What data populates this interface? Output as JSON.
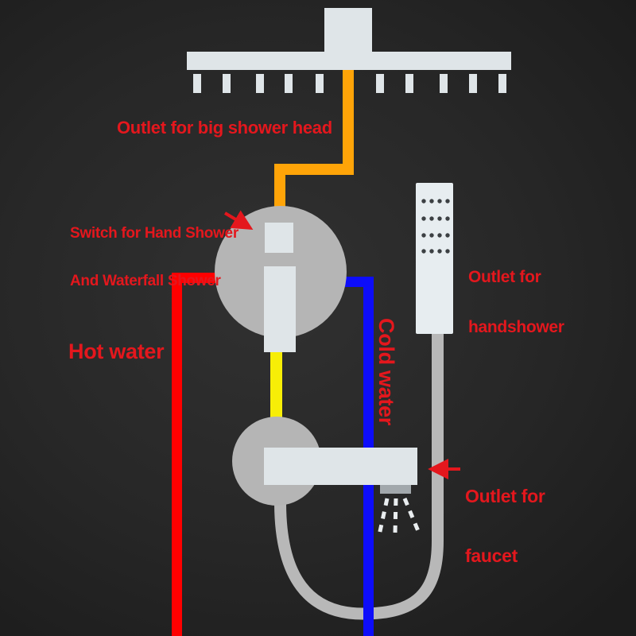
{
  "diagram_title": "Shower faucet system water-flow diagram",
  "labels": {
    "big_shower_outlet": "Outlet for big shower head",
    "switch_line1": "Switch for Hand Shower",
    "switch_line2": "And Waterfall Shower",
    "handshower_line1": "Outlet for",
    "handshower_line2": "handshower",
    "hot_water": "Hot water",
    "cold_water": "Cold water",
    "faucet_line1": "Outlet for",
    "faucet_line2": "faucet"
  },
  "colors": {
    "background_center": "#313131",
    "background_edge": "#1c1c1c",
    "label_red": "#e4171d",
    "hot_pipe": "#ff0000",
    "cold_pipe": "#0d0dfa",
    "mixed_pipe": "#f7ee07",
    "shower_feed_pipe": "#ffa408",
    "fixture_light": "#dfe5e8",
    "handshower_body": "#e7edf0",
    "fixture_gray": "#b5b5b5",
    "aerator_gray": "#a2a8ac",
    "hose_gray": "#b8b8b8",
    "nozzle_dot": "#3c4043",
    "spray_white": "#e9edef"
  }
}
